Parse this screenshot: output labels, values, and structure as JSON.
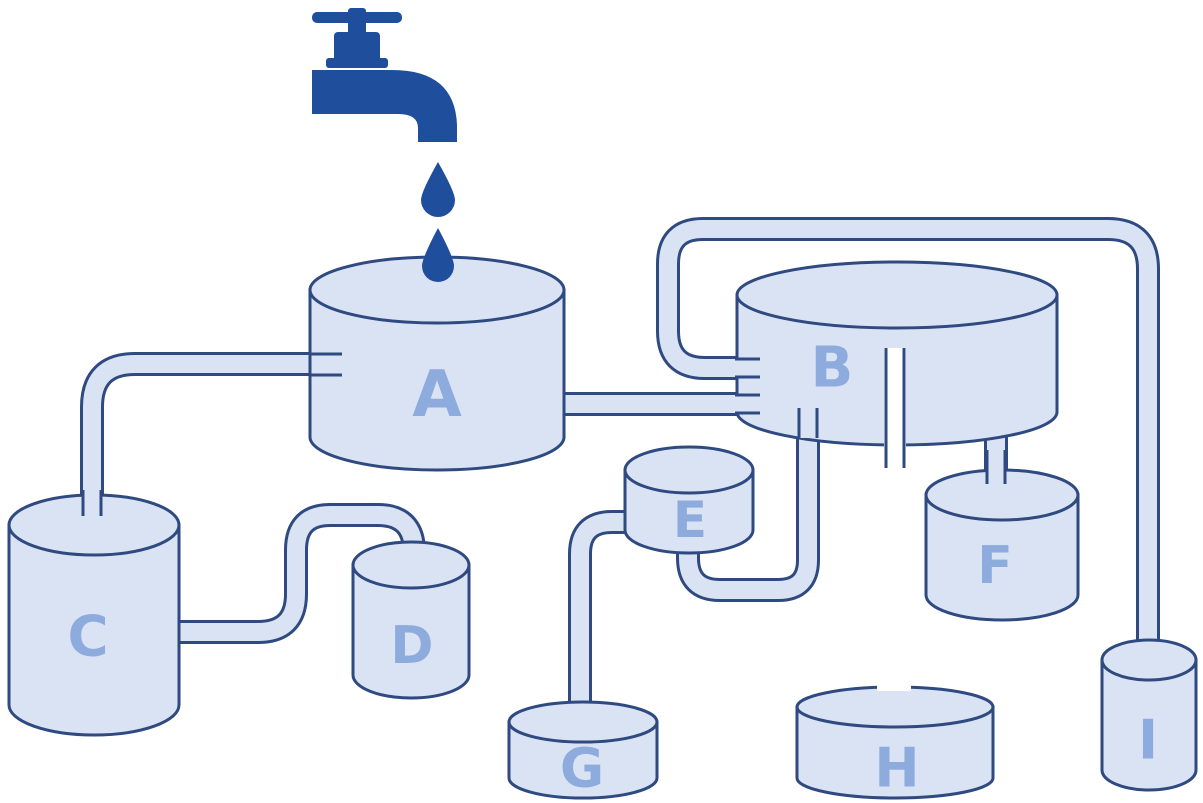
{
  "colors": {
    "tank_fill": "#dae3f3",
    "outline": "#2f4a80",
    "label": "#8eabdd",
    "faucet": "#1f4e9c"
  },
  "icons": {
    "faucet": "faucet-icon",
    "drop": "water-drop-icon"
  },
  "tanks": {
    "A": "A",
    "B": "B",
    "C": "C",
    "D": "D",
    "E": "E",
    "F": "F",
    "G": "G",
    "H": "H",
    "I": "I"
  }
}
